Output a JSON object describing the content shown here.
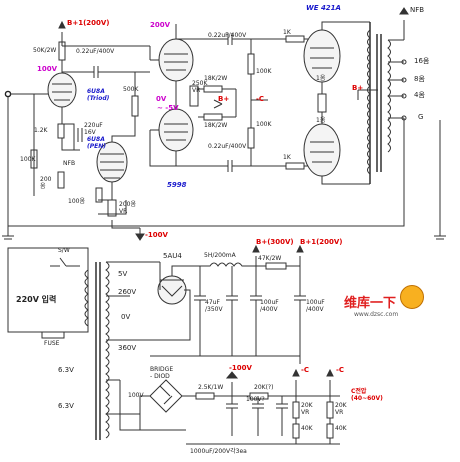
{
  "colors": {
    "wire": "#333333",
    "supply_label": "#dd0000",
    "plate_voltage_label": "#cc00cc",
    "tube_label": "#1a1acc",
    "bias_label": "#dd0000",
    "watermark": "#e02020"
  },
  "amp": {
    "b1_top": "B+1(200V)",
    "r_50k": "50K/2W",
    "c_022_left": "0.22uF/400V",
    "v_100": "100V",
    "v_200": "200V",
    "c_022_top": "0.22uF/400V",
    "r_1k_top": "1K",
    "tube_we421a": "WE 421A",
    "nfb": "NFB",
    "r_250k": "250K\nVR",
    "r_18k_top": "18K/2W",
    "r_100k_top": "100K",
    "tube_triode": "6U8A\n(Triod)",
    "r_500k": "500K",
    "v_0v": "0V",
    "v_m5v": "~ -5V",
    "b_plus": "B+",
    "minus_c": "-C",
    "ohm1_top": "1옴",
    "b_plus_right": "B+",
    "r_1_2k": "1.2K",
    "c_220": "220uF\n16V",
    "tube_pen": "6U8A\n(PEN)",
    "r_18k_bot": "18K/2W",
    "r_100k_bot": "100K",
    "ohm1_bot": "1옴",
    "c_022_bot": "0.22uF/400V",
    "r_1k_bot": "1K",
    "tap_16": "16옴",
    "tap_8": "8옴",
    "tap_4": "4옴",
    "tap_g": "G",
    "nfb_left": "NFB",
    "r_100k_left": "100K",
    "r_200": "200\n옴",
    "r_100": "100옴",
    "vr_200": "200옴\nVR",
    "tube_6sn7": "5998",
    "bias_neg": "-100V"
  },
  "psu": {
    "switch": "S/W",
    "rect": "5AU4",
    "choke": "5H/200mA",
    "b_300": "B+(300V)",
    "b1_200": "B+1(200V)",
    "r_47k": "47K/2W",
    "mains": "220V 입력",
    "v_5v": "5V",
    "v_260": "260V",
    "v_0v": "0V",
    "v_360": "360V",
    "c_47": "47uF\n/350V",
    "c_100a": "100uF\n/400V",
    "c_100b": "100uF\n/400V",
    "fuse": "FUSE",
    "h1": "6.3V",
    "h2": "6.3V",
    "bridge": "BRIDGE\n- DIOD",
    "r_2_5k": "2.5K/1W",
    "bias_m100": "-100V",
    "r_20k": "20K(?)",
    "minus_c1": "-C",
    "minus_c2": "-C",
    "range": "C전압\n(40~60V)",
    "v_100": "100V",
    "zener": "100V?",
    "vr20k_a": "20K\nVR",
    "vr20k_b": "20K\nVR",
    "r40k_a": "40K",
    "r40k_b": "40K",
    "caps": "1000uF/200V각3ea"
  },
  "watermark": {
    "brand": "维库一下",
    "url": "www.dzsc.com"
  }
}
